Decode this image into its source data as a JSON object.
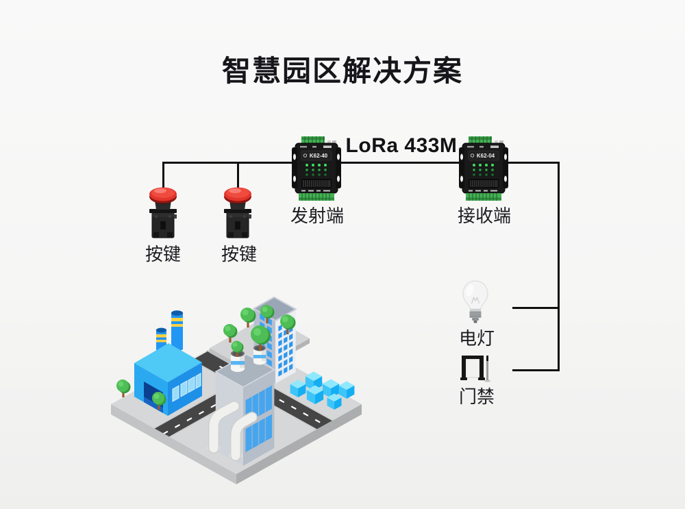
{
  "diagram": {
    "title": "智慧园区解决方案",
    "wireless_link_label": "LoRa 433M",
    "transmitter": {
      "model": "K62-40",
      "role_label": "发射端"
    },
    "receiver": {
      "model": "K62-04",
      "role_label": "接收端"
    },
    "input_devices": [
      {
        "type": "push-button",
        "label": "按键"
      },
      {
        "type": "push-button",
        "label": "按键"
      }
    ],
    "output_devices": [
      {
        "type": "light-bulb",
        "label": "电灯"
      },
      {
        "type": "access-gate",
        "label": "门禁"
      }
    ],
    "colors": {
      "wire": "#0f0f0f",
      "device_terminal_green": "#44b054",
      "device_led_green": "#3fe25f",
      "button_red": "#e0352b",
      "city_blue": "#29a9f0",
      "city_cyan": "#3ec5f8",
      "background_top": "#f9f9f9",
      "background_bottom": "#efefee"
    }
  }
}
